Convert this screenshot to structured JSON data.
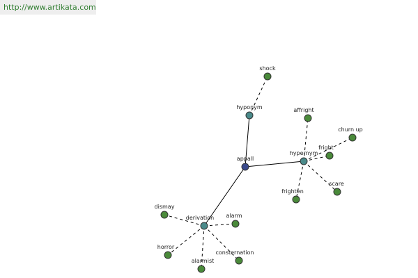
{
  "header": {
    "url": "http://www.artikata.com"
  },
  "colors": {
    "center": "#3a4a8c",
    "relation": "#4a8a8a",
    "leaf": "#4a8a3a"
  },
  "graph": {
    "nodes": [
      {
        "id": "appall",
        "label": "appall",
        "kind": "center"
      },
      {
        "id": "hyponym",
        "label": "hyponym",
        "kind": "relation"
      },
      {
        "id": "hypernym",
        "label": "hypernym",
        "kind": "relation"
      },
      {
        "id": "derivation",
        "label": "derivation",
        "kind": "relation"
      },
      {
        "id": "shock",
        "label": "shock",
        "kind": "leaf"
      },
      {
        "id": "affright",
        "label": "affright",
        "kind": "leaf"
      },
      {
        "id": "churn_up",
        "label": "churn up",
        "kind": "leaf"
      },
      {
        "id": "fright",
        "label": "fright",
        "kind": "leaf"
      },
      {
        "id": "scare",
        "label": "scare",
        "kind": "leaf"
      },
      {
        "id": "frighten",
        "label": "frighten",
        "kind": "leaf"
      },
      {
        "id": "dismay",
        "label": "dismay",
        "kind": "leaf"
      },
      {
        "id": "alarm",
        "label": "alarm",
        "kind": "leaf"
      },
      {
        "id": "horror",
        "label": "horror",
        "kind": "leaf"
      },
      {
        "id": "alarmist",
        "label": "alarmist",
        "kind": "leaf"
      },
      {
        "id": "consternation",
        "label": "consternation",
        "kind": "leaf"
      }
    ],
    "edges": [
      {
        "from": "appall",
        "to": "hyponym",
        "style": "solid"
      },
      {
        "from": "appall",
        "to": "hypernym",
        "style": "solid"
      },
      {
        "from": "appall",
        "to": "derivation",
        "style": "solid"
      },
      {
        "from": "hyponym",
        "to": "shock",
        "style": "dashed"
      },
      {
        "from": "hypernym",
        "to": "affright",
        "style": "dashed"
      },
      {
        "from": "hypernym",
        "to": "churn_up",
        "style": "dashed"
      },
      {
        "from": "hypernym",
        "to": "fright",
        "style": "dashed"
      },
      {
        "from": "hypernym",
        "to": "scare",
        "style": "dashed"
      },
      {
        "from": "hypernym",
        "to": "frighten",
        "style": "dashed"
      },
      {
        "from": "derivation",
        "to": "dismay",
        "style": "dashed"
      },
      {
        "from": "derivation",
        "to": "alarm",
        "style": "dashed"
      },
      {
        "from": "derivation",
        "to": "horror",
        "style": "dashed"
      },
      {
        "from": "derivation",
        "to": "alarmist",
        "style": "dashed"
      },
      {
        "from": "derivation",
        "to": "consternation",
        "style": "dashed"
      }
    ]
  }
}
